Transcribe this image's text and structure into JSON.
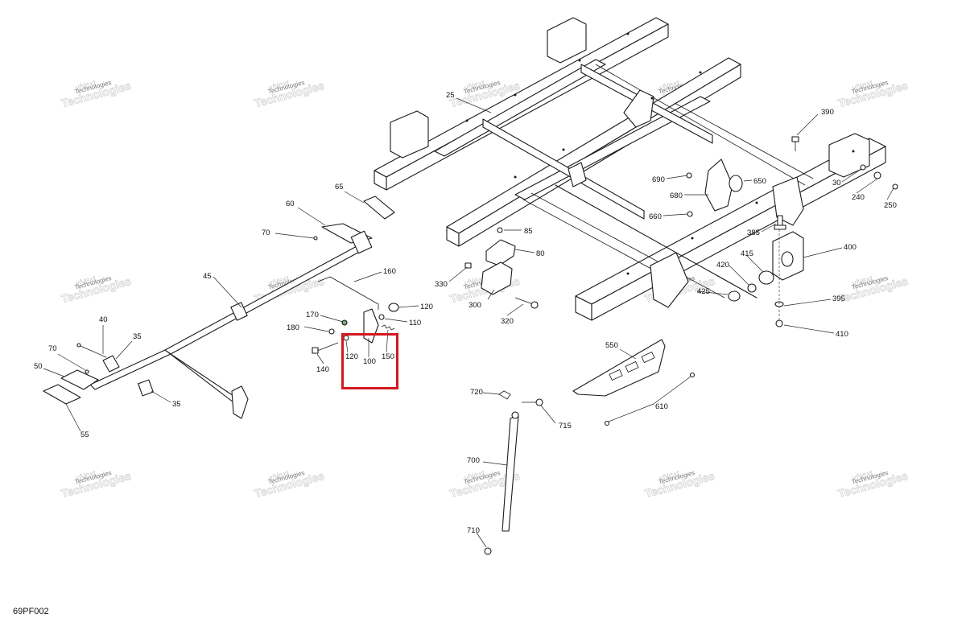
{
  "diagram_code": "69PF002",
  "watermark": {
    "line1": "vNext",
    "line2": "Technologies"
  },
  "callouts": [
    {
      "id": "c25",
      "label": "25"
    },
    {
      "id": "c390",
      "label": "390"
    },
    {
      "id": "c690",
      "label": "690"
    },
    {
      "id": "c650",
      "label": "650"
    },
    {
      "id": "c680",
      "label": "680"
    },
    {
      "id": "c660",
      "label": "660"
    },
    {
      "id": "c30",
      "label": "30"
    },
    {
      "id": "c240",
      "label": "240"
    },
    {
      "id": "c250",
      "label": "250"
    },
    {
      "id": "c385",
      "label": "385"
    },
    {
      "id": "c400",
      "label": "400"
    },
    {
      "id": "c415",
      "label": "415"
    },
    {
      "id": "c420",
      "label": "420"
    },
    {
      "id": "c425",
      "label": "425"
    },
    {
      "id": "c395",
      "label": "395"
    },
    {
      "id": "c410",
      "label": "410"
    },
    {
      "id": "c65",
      "label": "65"
    },
    {
      "id": "c60",
      "label": "60"
    },
    {
      "id": "c70a",
      "label": "70"
    },
    {
      "id": "c85",
      "label": "85"
    },
    {
      "id": "c80",
      "label": "80"
    },
    {
      "id": "c330",
      "label": "330"
    },
    {
      "id": "c300",
      "label": "300"
    },
    {
      "id": "c320",
      "label": "320"
    },
    {
      "id": "c160",
      "label": "160"
    },
    {
      "id": "c45",
      "label": "45"
    },
    {
      "id": "c120a",
      "label": "120"
    },
    {
      "id": "c170",
      "label": "170"
    },
    {
      "id": "c110",
      "label": "110"
    },
    {
      "id": "c180",
      "label": "180"
    },
    {
      "id": "c140",
      "label": "140"
    },
    {
      "id": "c120b",
      "label": "120"
    },
    {
      "id": "c100",
      "label": "100"
    },
    {
      "id": "c150",
      "label": "150"
    },
    {
      "id": "c40",
      "label": "40"
    },
    {
      "id": "c35a",
      "label": "35"
    },
    {
      "id": "c70b",
      "label": "70"
    },
    {
      "id": "c50",
      "label": "50"
    },
    {
      "id": "c35b",
      "label": "35"
    },
    {
      "id": "c55",
      "label": "55"
    },
    {
      "id": "c550",
      "label": "550"
    },
    {
      "id": "c720",
      "label": "720"
    },
    {
      "id": "c715",
      "label": "715"
    },
    {
      "id": "c610",
      "label": "610"
    },
    {
      "id": "c700",
      "label": "700"
    },
    {
      "id": "c710",
      "label": "710"
    }
  ],
  "colors": {
    "highlight": "#d3191f",
    "line": "#1a1a1a",
    "watermark": "#cccccc"
  }
}
